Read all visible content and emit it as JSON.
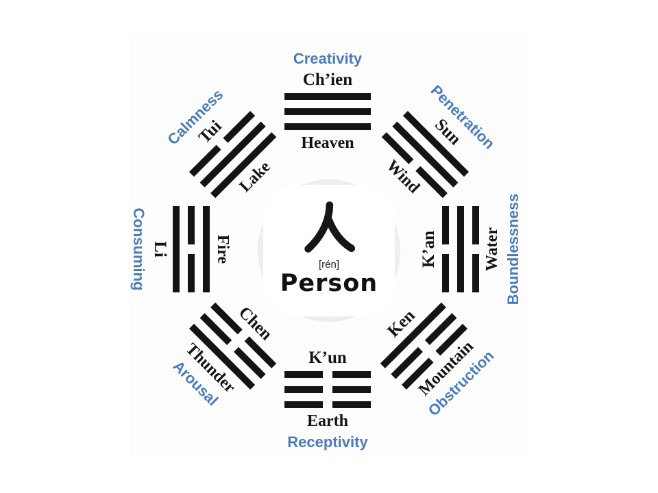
{
  "diagram": "Eight Trigrams (Bagua) around the Person character",
  "colors": {
    "accent_blue": "#4a7cba",
    "ink": "#141414",
    "circle_gray": "#e7e7e7",
    "background": "#ffffff"
  },
  "center": {
    "character": "人",
    "pinyin": "[rén]",
    "label": "Person"
  },
  "trigrams": [
    {
      "position": "top",
      "name": "Ch’ien",
      "element": "Heaven",
      "attribute": "Creativity",
      "lines": [
        "solid",
        "solid",
        "solid"
      ]
    },
    {
      "position": "top-right",
      "name": "Sun",
      "element": "Wind",
      "attribute": "Penetration",
      "lines": [
        "solid",
        "solid",
        "broken"
      ]
    },
    {
      "position": "right",
      "name": "K’an",
      "element": "Water",
      "attribute": "Boundlessness",
      "lines": [
        "broken",
        "solid",
        "broken"
      ]
    },
    {
      "position": "bottom-right",
      "name": "Ken",
      "element": "Mountain",
      "attribute": "Obstruction",
      "lines": [
        "solid",
        "broken",
        "broken"
      ]
    },
    {
      "position": "bottom",
      "name": "K’un",
      "element": "Earth",
      "attribute": "Receptivity",
      "lines": [
        "broken",
        "broken",
        "broken"
      ]
    },
    {
      "position": "bottom-left",
      "name": "Chen",
      "element": "Thunder",
      "attribute": "Arousal",
      "lines": [
        "broken",
        "broken",
        "solid"
      ]
    },
    {
      "position": "left",
      "name": "Li",
      "element": "Fire",
      "attribute": "Consuming",
      "lines": [
        "solid",
        "broken",
        "solid"
      ]
    },
    {
      "position": "top-left",
      "name": "Tui",
      "element": "Lake",
      "attribute": "Calmness",
      "lines": [
        "broken",
        "solid",
        "solid"
      ]
    }
  ]
}
